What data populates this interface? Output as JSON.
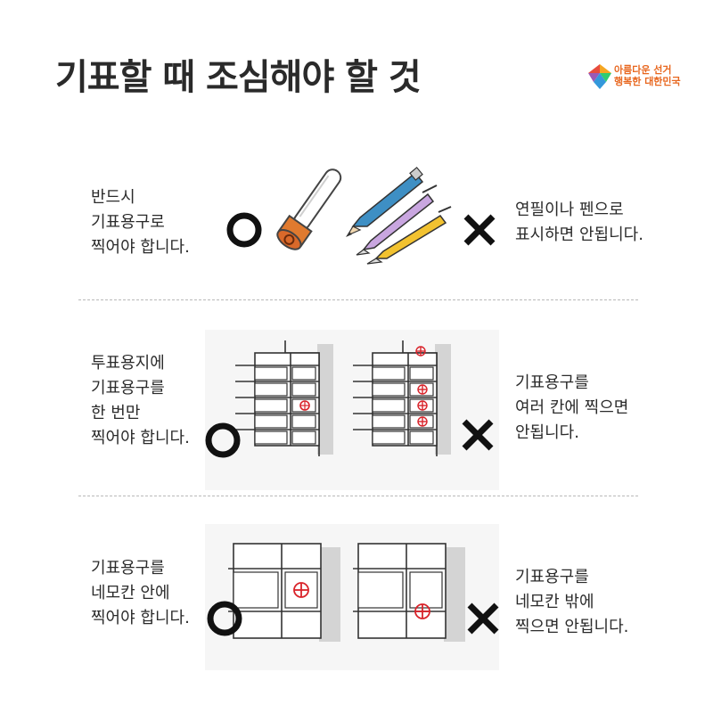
{
  "title": "기표할 때 조심해야 할 것",
  "logo": {
    "line1": "아름다운 선거",
    "line2": "행복한 대한민국",
    "text_color": "#e8671f",
    "icon": "colorful-tangram-icon"
  },
  "sections": [
    {
      "good_text": "반드시\n기표용구로\n찍어야 합니다.",
      "bad_text": "연필이나 펜으로\n표시하면 안됩니다."
    },
    {
      "good_text": "투표용지에\n기표용구를\n한 번만\n찍어야 합니다.",
      "bad_text": "기표용구를\n여러 칸에 찍으면\n안됩니다."
    },
    {
      "good_text": "기표용구를\n네모칸 안에\n찍어야 합니다.",
      "bad_text": "기표용구를\n네모칸 밖에\n찍으면 안됩니다."
    }
  ],
  "symbols": {
    "correct": "O",
    "wrong": "X"
  },
  "colors": {
    "stamp_mark": "#d9232a",
    "stamp_body": "#e07a2f",
    "pencil_blue": "#3e8fc4",
    "pen_purple": "#c9a6e0",
    "pen_yellow": "#f2c230",
    "ballot_shadow": "#d4d4d4"
  }
}
